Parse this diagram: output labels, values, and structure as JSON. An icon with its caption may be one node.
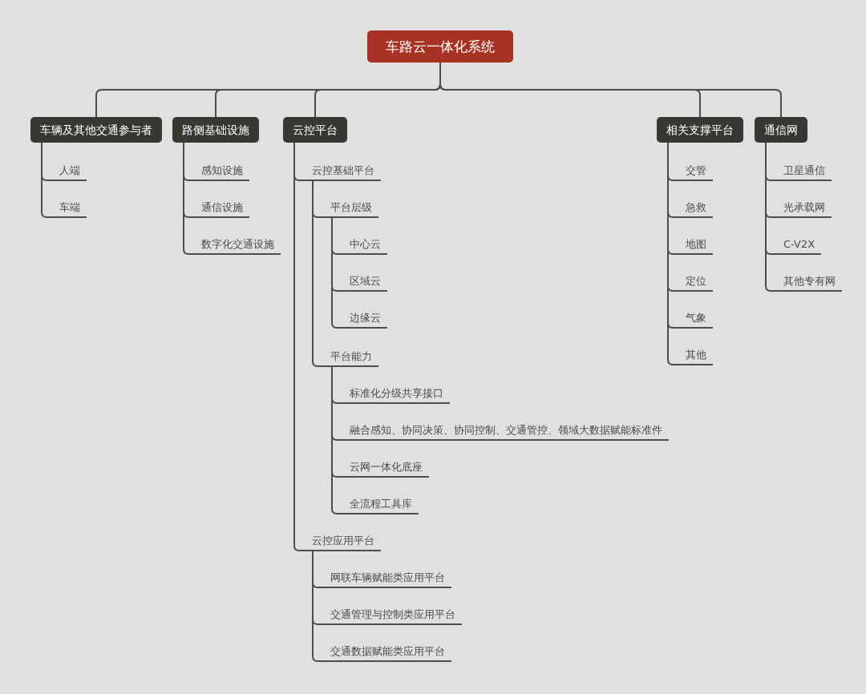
{
  "diagram": {
    "nodes": [
      {
        "text": [
          "车路云一体化系统"
        ]
      },
      {
        "text": [
          "车辆及其他交通参与者"
        ]
      },
      {
        "text": [
          "人端"
        ]
      },
      {
        "text": [
          "车端"
        ]
      },
      {
        "text": [
          "路侧基础设施"
        ]
      },
      {
        "text": [
          "感知设施"
        ]
      },
      {
        "text": [
          "通信设施"
        ]
      },
      {
        "text": [
          "数字化交通设施"
        ]
      },
      {
        "text": [
          "云控平台"
        ]
      },
      {
        "text": [
          "云控基础平台"
        ]
      },
      {
        "text": [
          "平台层级"
        ]
      },
      {
        "text": [
          "中心云"
        ]
      },
      {
        "text": [
          "区域云"
        ]
      },
      {
        "text": [
          "边缘云"
        ]
      },
      {
        "text": [
          "平台能力"
        ]
      },
      {
        "text": [
          "标准化分级共享接口"
        ]
      },
      {
        "text": [
          "融合感知、协同决策、协同控制、交通管控、领域大数据赋能标准件"
        ]
      },
      {
        "text": [
          "云网一体化底座"
        ]
      },
      {
        "text": [
          "全流程工具库"
        ]
      },
      {
        "text": [
          "云控应用平台"
        ]
      },
      {
        "text": [
          "网联车辆赋能类应用平台"
        ]
      },
      {
        "text": [
          "交通管理与控制类应用平台"
        ]
      },
      {
        "text": [
          "交通数据赋能类应用平台"
        ]
      },
      {
        "text": [
          "相关支撑平台"
        ]
      },
      {
        "text": [
          "交管"
        ]
      },
      {
        "text": [
          "急救"
        ]
      },
      {
        "text": [
          "地图"
        ]
      },
      {
        "text": [
          "定位"
        ]
      },
      {
        "text": [
          "气象"
        ]
      },
      {
        "text": [
          "其他"
        ]
      },
      {
        "text": [
          "通信网"
        ]
      },
      {
        "text": [
          "卫星通信"
        ]
      },
      {
        "text": [
          "光承载网"
        ]
      },
      {
        "text": [
          "C-V2X"
        ]
      },
      {
        "text": [
          "其他专有网"
        ]
      }
    ],
    "edges": [
      {
        "from": 0,
        "to": 1,
        "arrow": "none"
      },
      {
        "from": 0,
        "to": 4,
        "arrow": "none"
      },
      {
        "from": 0,
        "to": 8,
        "arrow": "none"
      },
      {
        "from": 0,
        "to": 23,
        "arrow": "none"
      },
      {
        "from": 0,
        "to": 30,
        "arrow": "none"
      },
      {
        "from": 1,
        "to": 2,
        "arrow": "none"
      },
      {
        "from": 1,
        "to": 3,
        "arrow": "none"
      },
      {
        "from": 4,
        "to": 5,
        "arrow": "none"
      },
      {
        "from": 4,
        "to": 6,
        "arrow": "none"
      },
      {
        "from": 4,
        "to": 7,
        "arrow": "none"
      },
      {
        "from": 8,
        "to": 9,
        "arrow": "none"
      },
      {
        "from": 8,
        "to": 19,
        "arrow": "none"
      },
      {
        "from": 9,
        "to": 10,
        "arrow": "none"
      },
      {
        "from": 9,
        "to": 14,
        "arrow": "none"
      },
      {
        "from": 10,
        "to": 11,
        "arrow": "none"
      },
      {
        "from": 10,
        "to": 12,
        "arrow": "none"
      },
      {
        "from": 10,
        "to": 13,
        "arrow": "none"
      },
      {
        "from": 14,
        "to": 15,
        "arrow": "none"
      },
      {
        "from": 14,
        "to": 16,
        "arrow": "none"
      },
      {
        "from": 14,
        "to": 17,
        "arrow": "none"
      },
      {
        "from": 14,
        "to": 18,
        "arrow": "none"
      },
      {
        "from": 19,
        "to": 20,
        "arrow": "none"
      },
      {
        "from": 19,
        "to": 21,
        "arrow": "none"
      },
      {
        "from": 19,
        "to": 22,
        "arrow": "none"
      },
      {
        "from": 23,
        "to": 24,
        "arrow": "none"
      },
      {
        "from": 23,
        "to": 25,
        "arrow": "none"
      },
      {
        "from": 23,
        "to": 26,
        "arrow": "none"
      },
      {
        "from": 23,
        "to": 27,
        "arrow": "none"
      },
      {
        "from": 23,
        "to": 28,
        "arrow": "none"
      },
      {
        "from": 23,
        "to": 29,
        "arrow": "none"
      },
      {
        "from": 30,
        "to": 31,
        "arrow": "none"
      },
      {
        "from": 30,
        "to": 32,
        "arrow": "none"
      },
      {
        "from": 30,
        "to": 33,
        "arrow": "none"
      },
      {
        "from": 30,
        "to": 34,
        "arrow": "none"
      }
    ]
  }
}
